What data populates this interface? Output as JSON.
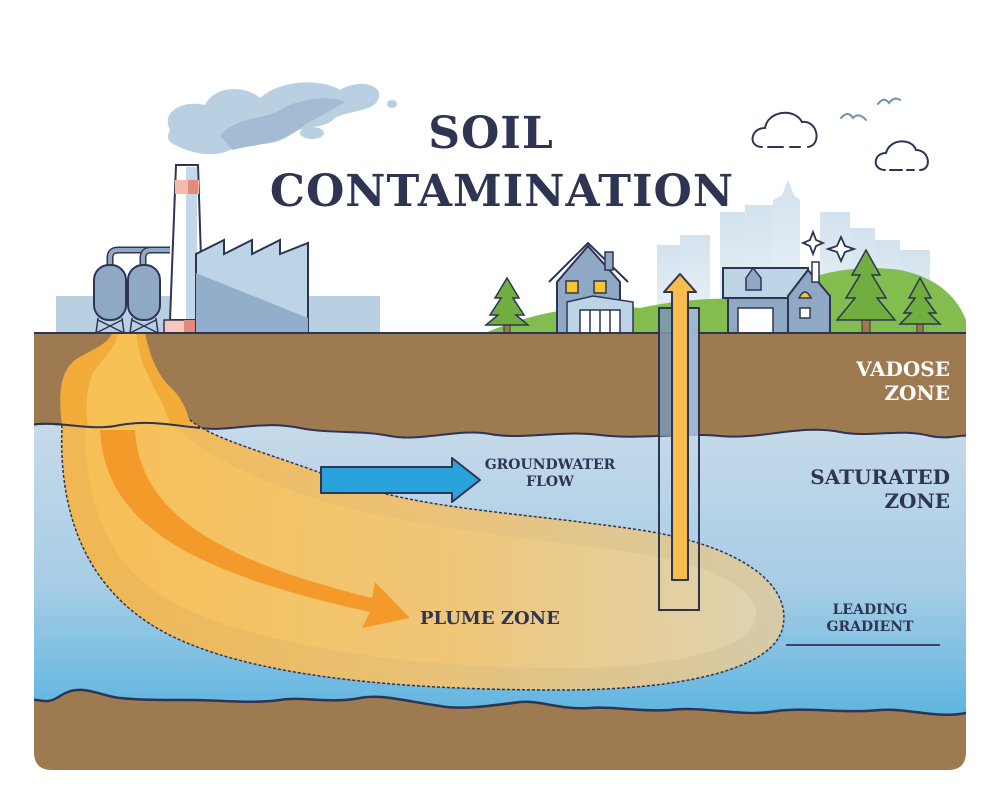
{
  "title": {
    "line1": "SOIL",
    "line2": "CONTAMINATION"
  },
  "labels": {
    "vadose_zone": [
      "VADOSE",
      "ZONE"
    ],
    "saturated_zone": [
      "SATURATED",
      "ZONE"
    ],
    "groundwater_flow": [
      "GROUNDWATER",
      "FLOW"
    ],
    "plume_zone": "PLUME ZONE",
    "leading_gradient": [
      "LEADING",
      "GRADIENT"
    ]
  },
  "scene": {
    "elements": [
      "factory",
      "smokestack",
      "storage-tanks",
      "smoke-cloud",
      "houses",
      "trees",
      "city-skyline",
      "clouds",
      "birds",
      "sparkles",
      "well-pipe",
      "contaminant-plume",
      "groundwater-arrow",
      "plume-arrow",
      "extraction-arrow"
    ]
  },
  "colors": {
    "title": "#2e3553",
    "soil": "#9e7a50",
    "saturated_top": "#c3d8e8",
    "saturated_bottom": "#5fb5e0",
    "plume_outer": "#f2b84b",
    "plume_inner": "#f5a93b",
    "plume_arrow": "#f39a2a",
    "groundwater_arrow": "#2aa3dc",
    "outline": "#2e3553",
    "grass": "#7db84b",
    "house": "#8fa9c4",
    "window": "#f6c42e",
    "smoke": "#a8bfd6",
    "skyline": "#d6e4ef"
  }
}
